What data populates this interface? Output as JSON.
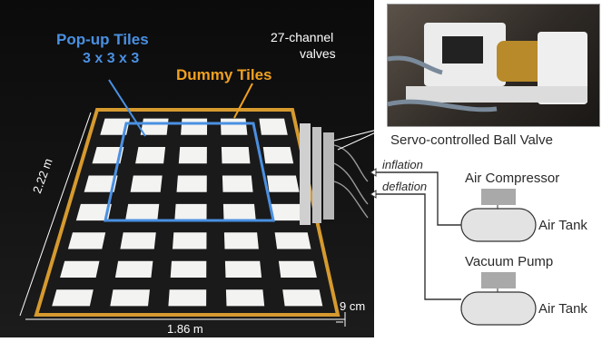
{
  "labels": {
    "popup_title": "Pop-up Tiles",
    "popup_dims": "3 x 3 x 3",
    "dummy": "Dummy Tiles",
    "valves_line1": "27-channel",
    "valves_line2": "valves",
    "servo_caption": "Servo-controlled Ball Valve",
    "dim_vertical": "2.22 m",
    "dim_horizontal": "1.86 m",
    "dim_small": "9 cm",
    "inflation": "inflation",
    "deflation": "deflation",
    "compressor": "Air Compressor",
    "air_tank_1": "Air Tank",
    "vacuum": "Vacuum Pump",
    "air_tank_2": "Air Tank"
  },
  "colors": {
    "popup_blue": "#4a90e2",
    "dummy_orange": "#f0a020",
    "tile": "#f3f3f1",
    "mat_border": "#d69a2e",
    "device_gray": "#a9a9a9",
    "tank_fill": "#e3e3e3"
  }
}
